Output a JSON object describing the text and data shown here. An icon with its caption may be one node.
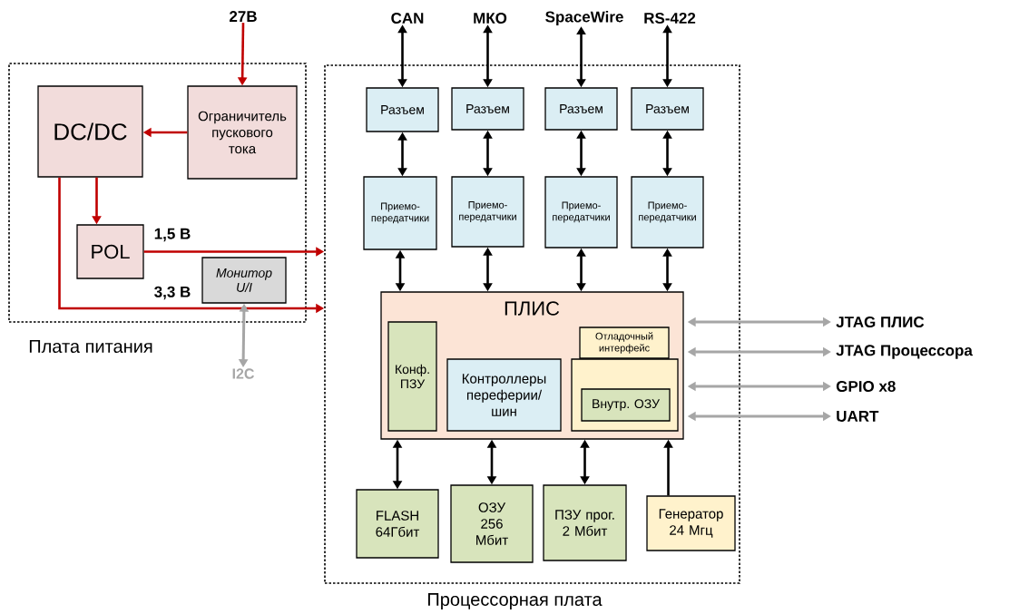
{
  "diagram": {
    "nodes": [
      {
        "text": [
          "Плата питания"
        ]
      },
      {
        "text": [
          "DC/DC"
        ],
        "in": 0
      },
      {
        "text": [
          "Ограничитель пускового тока"
        ],
        "in": 0
      },
      {
        "text": [
          "POL"
        ],
        "in": 0
      },
      {
        "text": [
          "Монитор U/I"
        ],
        "in": 0
      },
      {
        "text": [
          "27В"
        ]
      },
      {
        "text": [
          "I2C"
        ]
      },
      {
        "text": [
          "Процессорная плата"
        ]
      },
      {
        "text": [
          "CAN"
        ]
      },
      {
        "text": [
          "МКО"
        ]
      },
      {
        "text": [
          "SpaceWire"
        ]
      },
      {
        "text": [
          "RS-422"
        ]
      },
      {
        "text": [
          "Разъем"
        ],
        "in": 7
      },
      {
        "text": [
          "Разъем"
        ],
        "in": 7
      },
      {
        "text": [
          "Разъем"
        ],
        "in": 7
      },
      {
        "text": [
          "Разъем"
        ],
        "in": 7
      },
      {
        "text": [
          "Приемо-передатчики"
        ],
        "in": 7
      },
      {
        "text": [
          "Приемо-передатчики"
        ],
        "in": 7
      },
      {
        "text": [
          "Приемо-передатчики"
        ],
        "in": 7
      },
      {
        "text": [
          "Приемо-передатчики"
        ],
        "in": 7
      },
      {
        "text": [
          "ПЛИС"
        ],
        "in": 7
      },
      {
        "text": [
          "Конф. ПЗУ"
        ],
        "in": 20
      },
      {
        "text": [
          "Контроллеры переферии/ шин"
        ],
        "in": 20
      },
      {
        "text": [
          "Отладочный интерфейс"
        ],
        "in": 20
      },
      {
        "text": [],
        "shape": "box",
        "in": 20
      },
      {
        "text": [
          "Внутр. ОЗУ"
        ],
        "in": 24
      },
      {
        "text": [
          "FLASH 64Гбит"
        ],
        "in": 7
      },
      {
        "text": [
          "ОЗУ 256 Мбит"
        ],
        "in": 7
      },
      {
        "text": [
          "ПЗУ прог. 2 Мбит"
        ],
        "in": 7
      },
      {
        "text": [
          "Генератор 24 Мгц"
        ],
        "in": 7
      },
      {
        "text": [
          "JTAG ПЛИС"
        ]
      },
      {
        "text": [
          "JTAG Процессора"
        ]
      },
      {
        "text": [
          "GPIO x8"
        ]
      },
      {
        "text": [
          "UART"
        ]
      }
    ],
    "edges": [
      {
        "from": 5,
        "to": 2,
        "arrow": "to",
        "color": "#c00000"
      },
      {
        "from": 2,
        "to": 1,
        "arrow": "to",
        "color": "#c00000"
      },
      {
        "from": 1,
        "to": 3,
        "arrow": "to",
        "color": "#c00000"
      },
      {
        "from": 3,
        "to": 7,
        "arrow": "to",
        "color": "#c00000",
        "label": "1,5 В"
      },
      {
        "from": 1,
        "to": 7,
        "arrow": "to",
        "color": "#c00000",
        "label": "3,3 В"
      },
      {
        "from": 4,
        "to": 6,
        "arrow": "both",
        "color": "#a6a6a6"
      },
      {
        "from": 8,
        "to": 12,
        "arrow": "both"
      },
      {
        "from": 9,
        "to": 13,
        "arrow": "both"
      },
      {
        "from": 10,
        "to": 14,
        "arrow": "both"
      },
      {
        "from": 11,
        "to": 15,
        "arrow": "both"
      },
      {
        "from": 12,
        "to": 16,
        "arrow": "both"
      },
      {
        "from": 13,
        "to": 17,
        "arrow": "both"
      },
      {
        "from": 14,
        "to": 18,
        "arrow": "both"
      },
      {
        "from": 15,
        "to": 19,
        "arrow": "both"
      },
      {
        "from": 16,
        "to": 20,
        "arrow": "both"
      },
      {
        "from": 17,
        "to": 20,
        "arrow": "both"
      },
      {
        "from": 18,
        "to": 20,
        "arrow": "both"
      },
      {
        "from": 19,
        "to": 20,
        "arrow": "both"
      },
      {
        "from": 20,
        "to": 26,
        "arrow": "both"
      },
      {
        "from": 20,
        "to": 27,
        "arrow": "both"
      },
      {
        "from": 20,
        "to": 28,
        "arrow": "both"
      },
      {
        "from": 29,
        "to": 20,
        "arrow": "to"
      },
      {
        "from": 20,
        "to": 30,
        "arrow": "both",
        "color": "#a6a6a6"
      },
      {
        "from": 20,
        "to": 31,
        "arrow": "both",
        "color": "#a6a6a6"
      },
      {
        "from": 20,
        "to": 32,
        "arrow": "both",
        "color": "#a6a6a6"
      },
      {
        "from": 20,
        "to": 33,
        "arrow": "both",
        "color": "#a6a6a6"
      }
    ]
  }
}
